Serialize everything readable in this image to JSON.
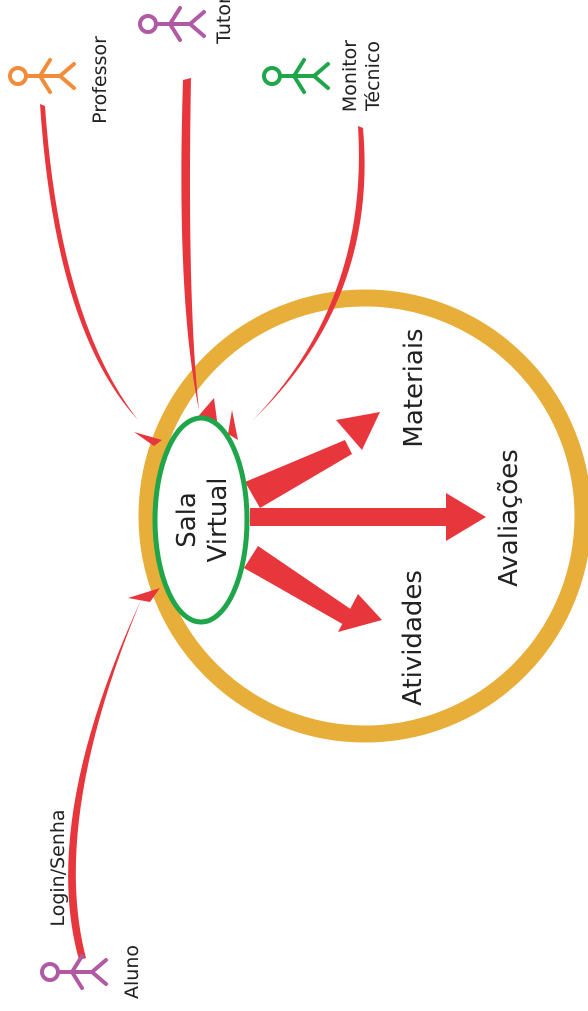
{
  "colors": {
    "outer_circle": "#E8AE3A",
    "inner_ellipse": "#1FA54A",
    "arrow": "#E8363D",
    "person_professor": "#F08C3A",
    "person_tutor": "#B05AA4",
    "person_monitor": "#1FA54A",
    "person_aluno": "#B05AA4"
  },
  "diagram": {
    "center": {
      "line1": "Sala",
      "line2": "Virtual"
    },
    "outputs": {
      "materiais": "Materiais",
      "avaliacoes": "Avaliações",
      "atividades": "Atividades"
    },
    "actors": {
      "professor": {
        "label": "Professor",
        "icon": "person-icon"
      },
      "tutor": {
        "label": "Tutor",
        "icon": "person-icon"
      },
      "monitor": {
        "line1": "Monitor",
        "line2": "Técnico",
        "icon": "person-icon"
      },
      "aluno": {
        "label": "Aluno",
        "icon": "person-icon"
      }
    },
    "connector_label": "Login/Senha"
  }
}
